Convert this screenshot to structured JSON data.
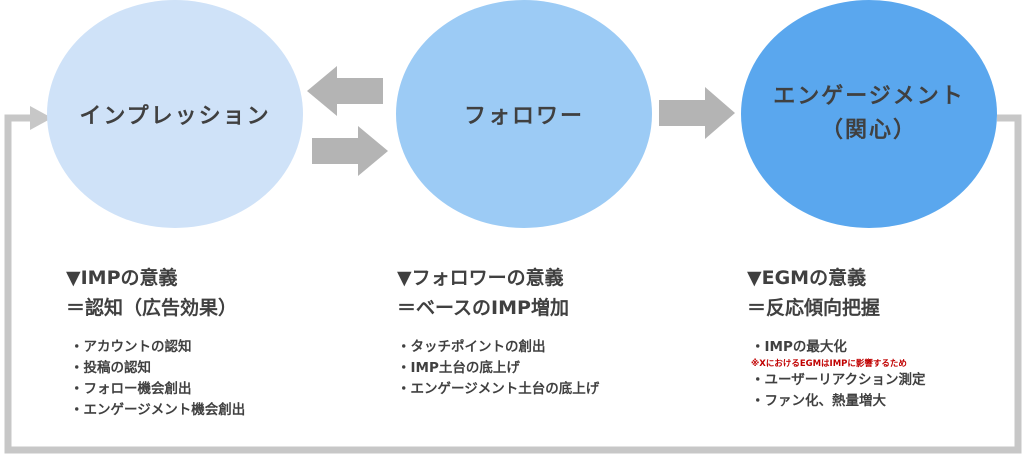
{
  "colors": {
    "circle_light": "#cfe2f8",
    "circle_mid": "#9ccbf5",
    "circle_dark": "#5aa7ee",
    "arrow_gray": "#b4b4b4",
    "loop_gray": "#c7c7c7",
    "text": "#404040",
    "note_red": "#c00000"
  },
  "circles": {
    "impression": "インプレッション",
    "follower": "フォロワー",
    "engagement_line1": "エンゲージメント",
    "engagement_line2": "（関心）"
  },
  "columns": {
    "imp": {
      "heading_line1": "▼IMPの意義",
      "heading_line2": "＝認知（広告効果）",
      "items": [
        "・アカウントの認知",
        "・投稿の認知",
        "・フォロー機会創出",
        "・エンゲージメント機会創出"
      ]
    },
    "follower": {
      "heading_line1": "▼フォロワーの意義",
      "heading_line2": "＝ベースのIMP増加",
      "items": [
        "・タッチポイントの創出",
        "・IMP土台の底上げ",
        "・エンゲージメント土台の底上げ"
      ]
    },
    "egm": {
      "heading_line1": "▼EGMの意義",
      "heading_line2": "＝反応傾向把握",
      "items": [
        "・IMPの最大化",
        "・ユーザーリアクション測定",
        "・ファン化、熱量増大"
      ],
      "note": "※XにおけるEGMはIMPに影響するため"
    }
  }
}
